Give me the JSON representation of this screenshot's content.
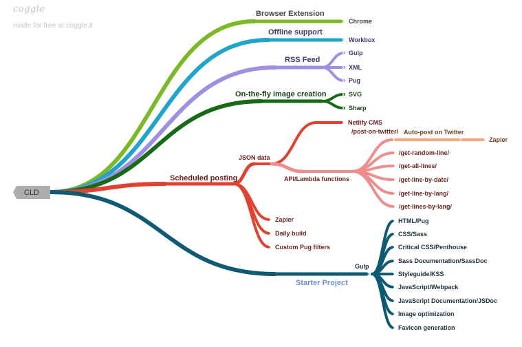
{
  "app": {
    "brand": "coggle",
    "tagline": "made for free at coggle.it"
  },
  "center": {
    "label": "CLD"
  },
  "colors": {
    "browser_extension": "#7cb926",
    "offline_support": "#1ea5cb",
    "rss_feed": "#a08fe0",
    "image_creation": "#186a19",
    "scheduled_posting": "#e04231",
    "json_data": "#e04231",
    "api_lambda": "#ee8d8e",
    "auto_post": "#f6a978",
    "starter_project": "#0e5a73",
    "center_fill": "#aeaeae"
  },
  "branches": {
    "browser_extension": {
      "label": "Browser Extension",
      "children": [
        "Chrome"
      ]
    },
    "offline_support": {
      "label": "Offline support",
      "children": [
        "Workbox"
      ]
    },
    "rss_feed": {
      "label": "RSS Feed",
      "children": [
        "Gulp",
        "XML",
        "Pug"
      ]
    },
    "image_creation": {
      "label": "On-the-fly image creation",
      "children": [
        "SVG",
        "Sharp"
      ]
    },
    "scheduled_posting": {
      "label": "Scheduled posting",
      "json_data": {
        "label": "JSON data",
        "netlify": "Netlify CMS",
        "api": {
          "label": "API/Lambda functions",
          "post_route": "/post-on-twitter/",
          "auto_post": "Auto-post on Twitter",
          "zapier": "Zapier",
          "routes": [
            "/get-random-line/",
            "/get-all-lines/",
            "/get-line-by-date/",
            "/get-line-by-lang/",
            "/get-lines-by-lang/"
          ]
        }
      },
      "children": [
        "Zapier",
        "Daily build",
        "Custom Pug filters"
      ]
    },
    "starter_project": {
      "label": "Starter Project",
      "gulp": {
        "label": "Gulp",
        "children": [
          "HTML/Pug",
          "CSS/Sass",
          "Critical CSS/Penthouse",
          "Sass Documentation/SassDoc",
          "Styleguide/KSS",
          "JavaScript/Webpack",
          "JavaScript Documentation/JSDoc",
          "Image optimization",
          "Favicon generation"
        ]
      }
    }
  }
}
